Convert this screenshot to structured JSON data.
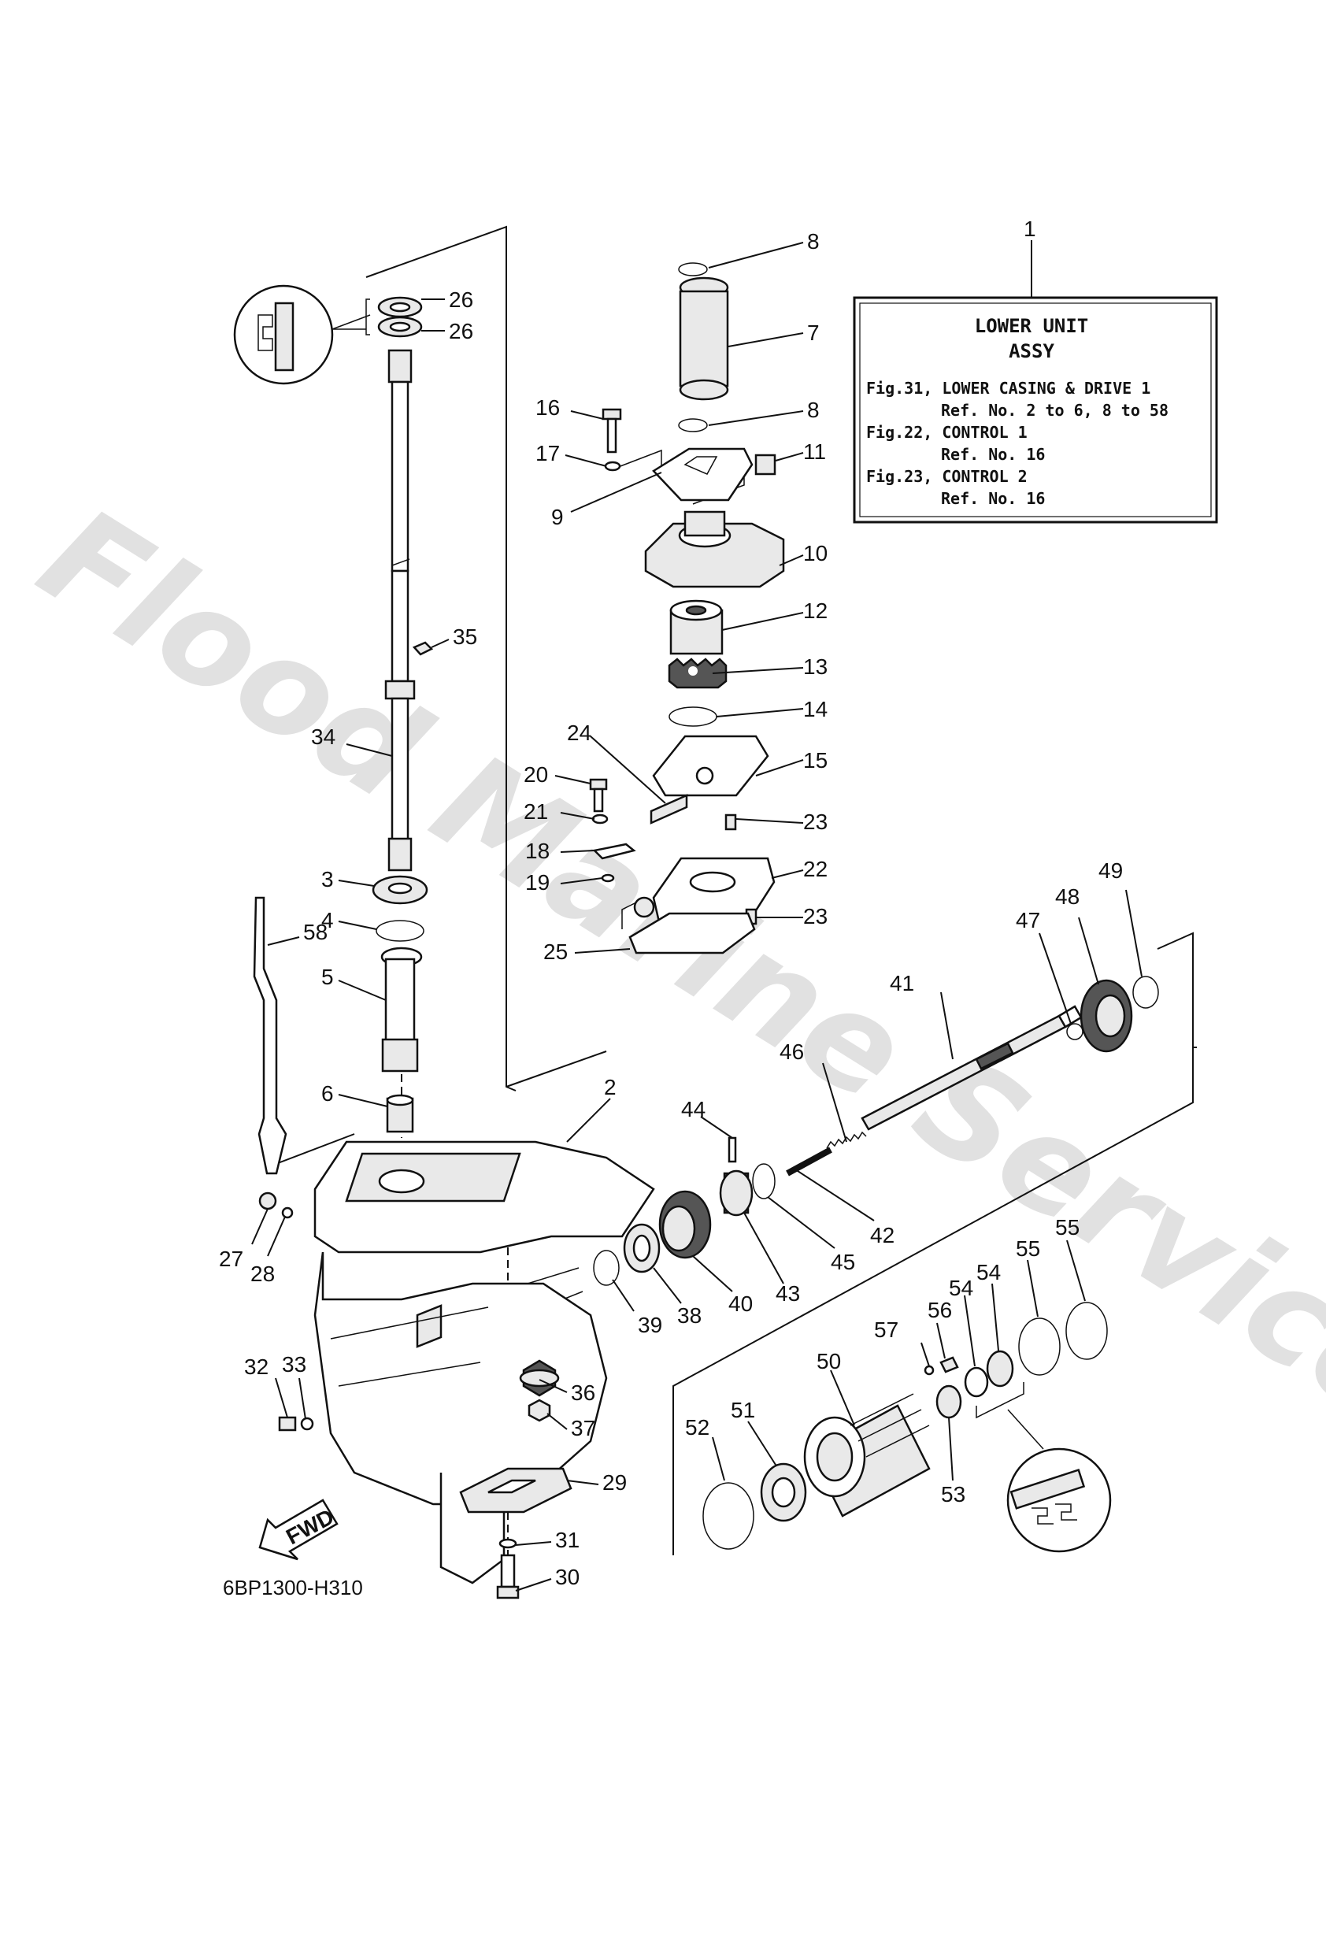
{
  "watermark": "Flood Marine Services",
  "reference_box": {
    "title_line1": "LOWER UNIT",
    "title_line2": "ASSY",
    "lines": [
      "Fig.31, LOWER CASING & DRIVE 1",
      "Ref. No. 2 to 6, 8 to 58",
      "Fig.22, CONTROL 1",
      "Ref. No. 16",
      "Fig.23, CONTROL 2",
      "Ref. No. 16"
    ]
  },
  "figure_code": "6BP1300-H310",
  "fwd_label": "FWD",
  "callouts": [
    "1",
    "2",
    "3",
    "4",
    "5",
    "6",
    "7",
    "8",
    "8",
    "9",
    "10",
    "11",
    "12",
    "13",
    "14",
    "15",
    "16",
    "17",
    "18",
    "19",
    "20",
    "21",
    "22",
    "23",
    "23",
    "24",
    "25",
    "26",
    "26",
    "27",
    "28",
    "29",
    "30",
    "31",
    "32",
    "33",
    "34",
    "35",
    "36",
    "37",
    "38",
    "39",
    "40",
    "41",
    "42",
    "43",
    "44",
    "45",
    "46",
    "47",
    "48",
    "49",
    "50",
    "51",
    "52",
    "53",
    "54",
    "54",
    "55",
    "55",
    "56",
    "57",
    "58"
  ]
}
